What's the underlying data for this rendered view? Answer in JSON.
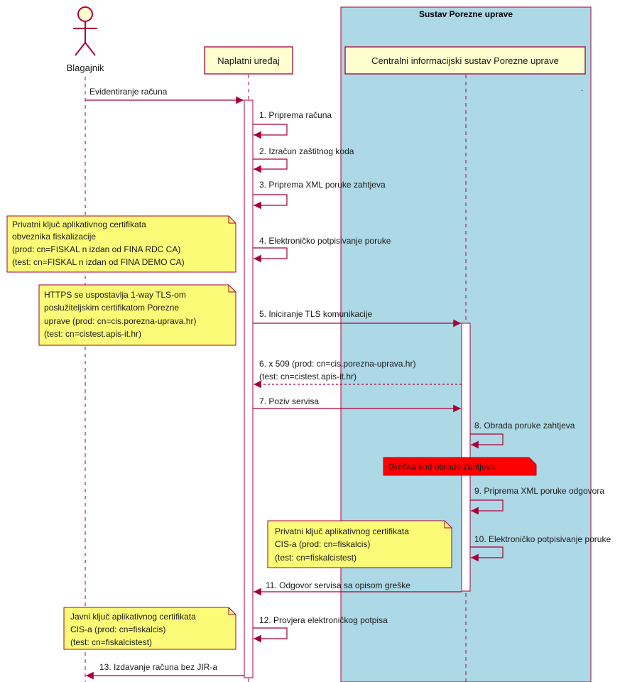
{
  "box": {
    "title": "Sustav Porezne uprave",
    "color": "#ADD8E6"
  },
  "participants": {
    "actor": "Blagajnik",
    "device": "Naplatni uređaj",
    "cis": "Centralni informacijski sustav Porezne uprave"
  },
  "dot": ".",
  "messages": {
    "m0": "Evidentiranje računa",
    "m1": "1. Priprema računa",
    "m2": "2. Izračun zaštitnog koda",
    "m3": "3. Priprema XML poruke zahtjeva",
    "m4": "4. Elektroničko potpisivanje poruke",
    "m5": "5. Iniciranje TLS komunikacije",
    "m6_line1": "6. x 509 (prod: cn=cis.porezna-uprava.hr)",
    "m6_line2": "(test: cn=cistest.apis-it.hr)",
    "m7": "7. Poziv servisa",
    "m8": "8. Obrada poruke zahtjeva",
    "m9": "9. Priprema XML poruke odgovora",
    "m10": "10. Elektroničko potpisivanje poruke",
    "m11": "11. Odgovor servisa sa opisom greške",
    "m12": "12. Provjera elektroničkog potpisa",
    "m13": "13. Izdavanje računa bez JIR-a"
  },
  "notes": {
    "n1": [
      "Privatni ključ aplikativnog certifikata",
      "obveznika fiskalizacije",
      "(prod: cn=FISKAL n izdan od FINA RDC CA)",
      "(test: cn=FISKAL n izdan od FINA DEMO CA)"
    ],
    "n2": [
      "HTTPS se uspostavlja 1-way TLS-om",
      "poslužiteljskim certifikatom Porezne",
      "uprave (prod: cn=cis.porezna-uprava.hr)",
      "(test: cn=cistest.apis-it.hr)"
    ],
    "error": "Greška kod obrade zahtjeva",
    "n3": [
      "Privatni ključ aplikativnog certifikata",
      "CIS-a (prod: cn=fiskalcis)",
      "(test: cn=fiskalcistest)"
    ],
    "n4": [
      "Javni ključ aplikativnog certifikata",
      "CIS-a (prod: cn=fiskalcis)",
      "(test: cn=fiskalcistest)"
    ]
  },
  "colors": {
    "line": "#A80036",
    "note": "#FBFB77",
    "error_note": "#FF0000",
    "participant": "#FEFECE"
  }
}
